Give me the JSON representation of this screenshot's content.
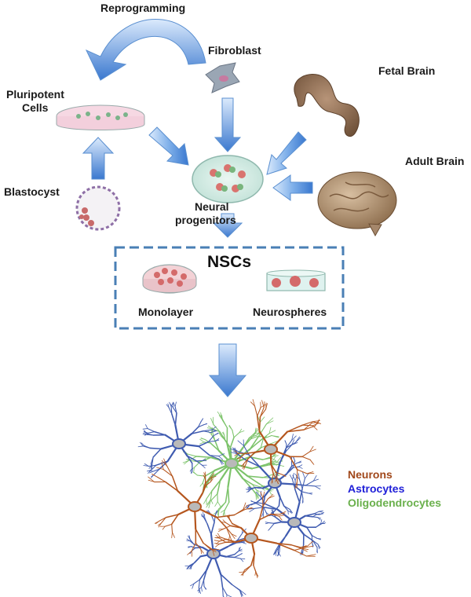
{
  "labels": {
    "reprogramming": "Reprogramming",
    "fibroblast": "Fibroblast",
    "fetal_brain": "Fetal Brain",
    "pluripotent_line1": "Pluripotent",
    "pluripotent_line2": "Cells",
    "adult_brain": "Adult Brain",
    "blastocyst": "Blastocyst",
    "neural_line1": "Neural",
    "neural_line2": "progenitors",
    "nscs": "NSCs",
    "monolayer": "Monolayer",
    "neurospheres": "Neurospheres"
  },
  "legend": [
    {
      "text": "Neurons",
      "color": "#a0471a"
    },
    {
      "text": "Astrocytes",
      "color": "#2020d8"
    },
    {
      "text": "Oligodendrocytes",
      "color": "#6ab04c"
    }
  ],
  "colors": {
    "arrow_light": "#d4e6fb",
    "arrow_dark": "#3f80d6",
    "box_border": "#4a7fb5",
    "neuron": "#b5561e",
    "astrocyte": "#3f5bb0",
    "oligodendrocyte": "#7cc36a"
  }
}
